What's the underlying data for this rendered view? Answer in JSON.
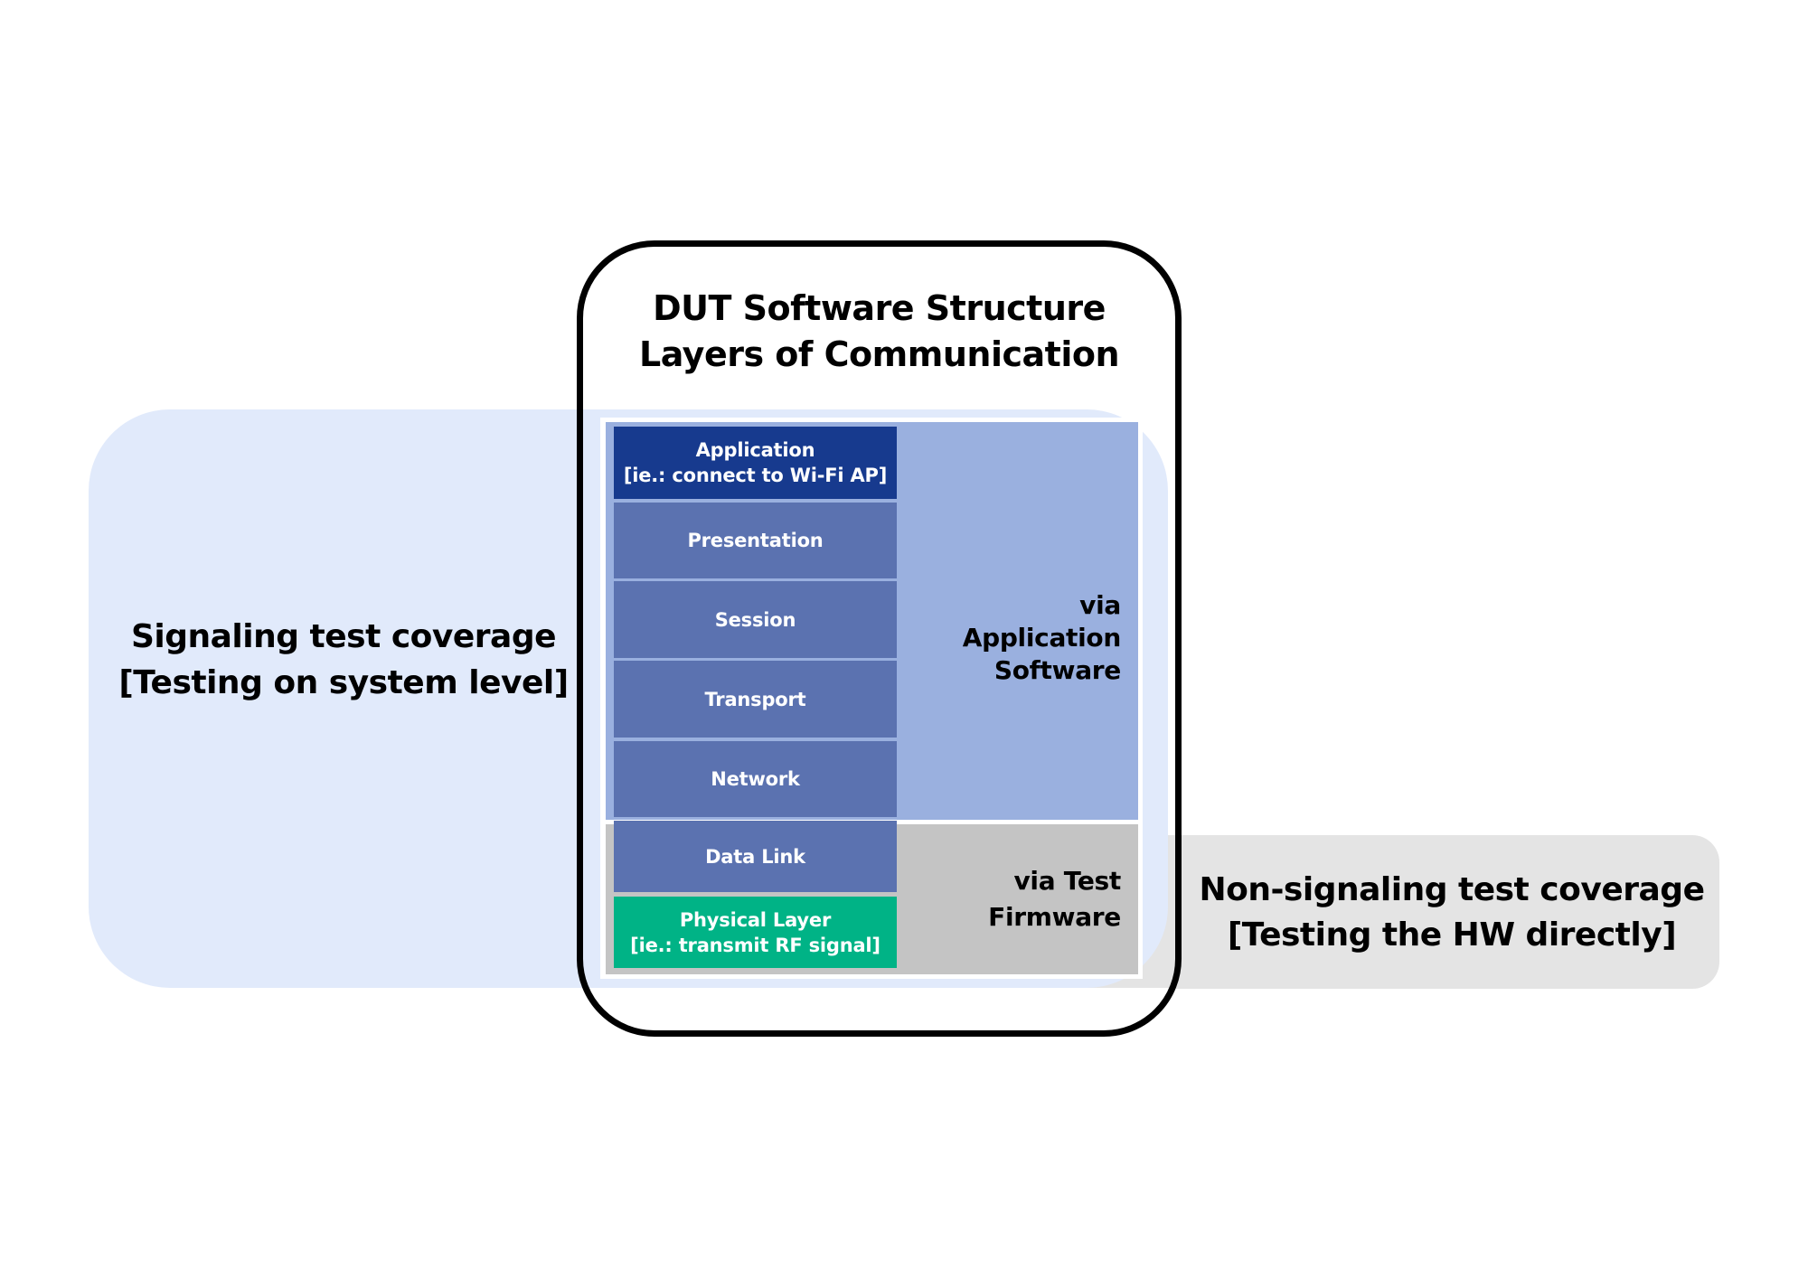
{
  "diagram": {
    "title": {
      "line1": "DUT Software Structure",
      "line2": "Layers of Communication"
    },
    "signaling": {
      "line1": "Signaling test coverage",
      "line2": "[Testing on system level]",
      "color": "#e1eafb"
    },
    "non_signaling": {
      "line1": "Non-signaling test coverage",
      "line2": "[Testing the HW directly]",
      "color": "#e4e4e4"
    },
    "regions": {
      "application_software": {
        "line1": "via Application",
        "line2": "Software",
        "color": "#9ab0df"
      },
      "test_firmware": {
        "line1": "via Test",
        "line2": "Firmware",
        "color": "#c4c4c4"
      }
    },
    "layers": [
      {
        "name": "Application",
        "example": "[ie.: connect to Wi-Fi AP]",
        "color": "#173a8e"
      },
      {
        "name": "Presentation",
        "example": "",
        "color": "#5b72b0"
      },
      {
        "name": "Session",
        "example": "",
        "color": "#5b72b0"
      },
      {
        "name": "Transport",
        "example": "",
        "color": "#5b72b0"
      },
      {
        "name": "Network",
        "example": "",
        "color": "#5b72b0"
      },
      {
        "name": "Data Link",
        "example": "",
        "color": "#5b72b0"
      },
      {
        "name": "Physical Layer",
        "example": "[ie.: transmit RF signal]",
        "color": "#00b386"
      }
    ]
  }
}
